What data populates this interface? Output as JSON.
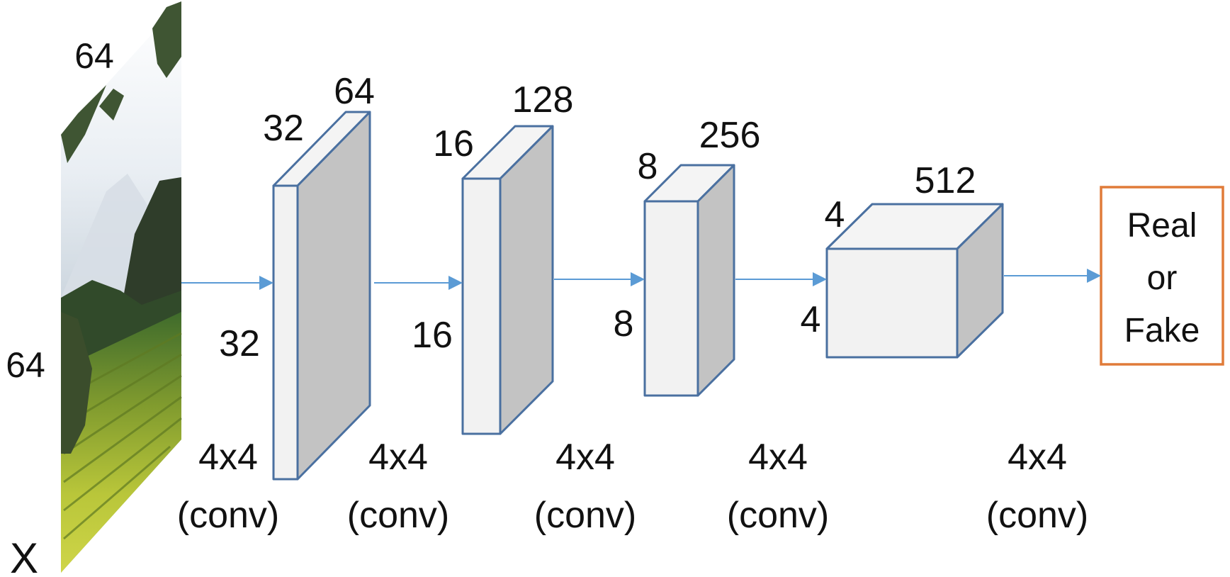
{
  "input": {
    "symbol": "X",
    "width_label": "64",
    "height_label": "64"
  },
  "layers": [
    {
      "depth_label": "64",
      "width_label": "32",
      "height_label": "32"
    },
    {
      "depth_label": "128",
      "width_label": "16",
      "height_label": "16"
    },
    {
      "depth_label": "256",
      "width_label": "8",
      "height_label": "8"
    },
    {
      "depth_label": "512",
      "width_label": "4",
      "height_label": "4"
    }
  ],
  "operations": [
    {
      "kernel": "4x4",
      "type": "(conv)"
    },
    {
      "kernel": "4x4",
      "type": "(conv)"
    },
    {
      "kernel": "4x4",
      "type": "(conv)"
    },
    {
      "kernel": "4x4",
      "type": "(conv)"
    },
    {
      "kernel": "4x4",
      "type": "(conv)"
    }
  ],
  "output": {
    "lines": [
      "Real",
      "or",
      "Fake"
    ]
  },
  "colors": {
    "box_outline": "#4a70a0",
    "box_front": "#f2f2f2",
    "box_side": "#c3c3c3",
    "arrow": "#5b9bd5",
    "output_border": "#e07b39"
  }
}
